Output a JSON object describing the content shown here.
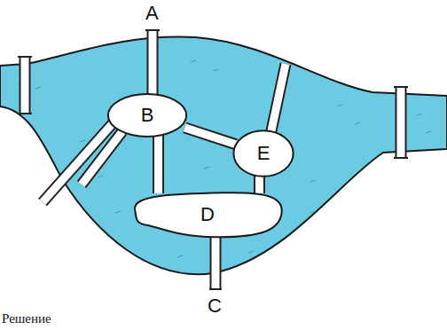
{
  "diagram": {
    "nodes": [
      {
        "text": [
          "B"
        ]
      },
      {
        "text": [
          "E"
        ]
      },
      {
        "text": [
          "D"
        ]
      }
    ],
    "edges": [
      {
        "from": 0,
        "to": 1,
        "arrow": "none"
      },
      {
        "from": 0,
        "to": 2,
        "arrow": "none"
      },
      {
        "from": 1,
        "to": 2,
        "arrow": "none"
      }
    ],
    "labels": [
      "A",
      "C",
      "Решение"
    ]
  }
}
